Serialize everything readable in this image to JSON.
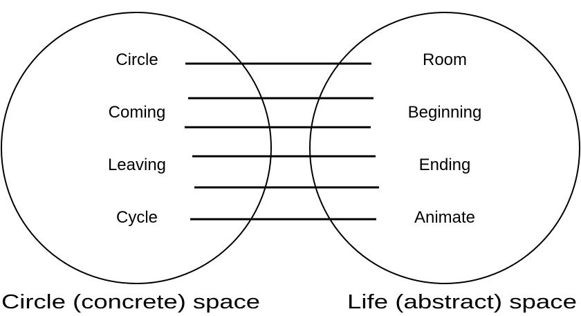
{
  "left_space": {
    "caption": "Circle (concrete) space",
    "terms": [
      "Circle",
      "Coming",
      "Leaving",
      "Cycle"
    ]
  },
  "right_space": {
    "caption": "Life (abstract) space",
    "terms": [
      "Room",
      "Beginning",
      "Ending",
      "Animate"
    ]
  },
  "connector_count": 6
}
